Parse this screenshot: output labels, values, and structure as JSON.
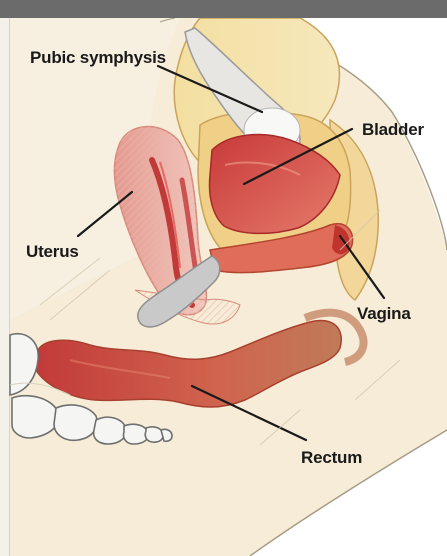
{
  "labels": {
    "pubic_symphysis": "Pubic symphysis",
    "bladder": "Bladder",
    "uterus": "Uterus",
    "vagina": "Vagina",
    "rectum": "Rectum"
  }
}
